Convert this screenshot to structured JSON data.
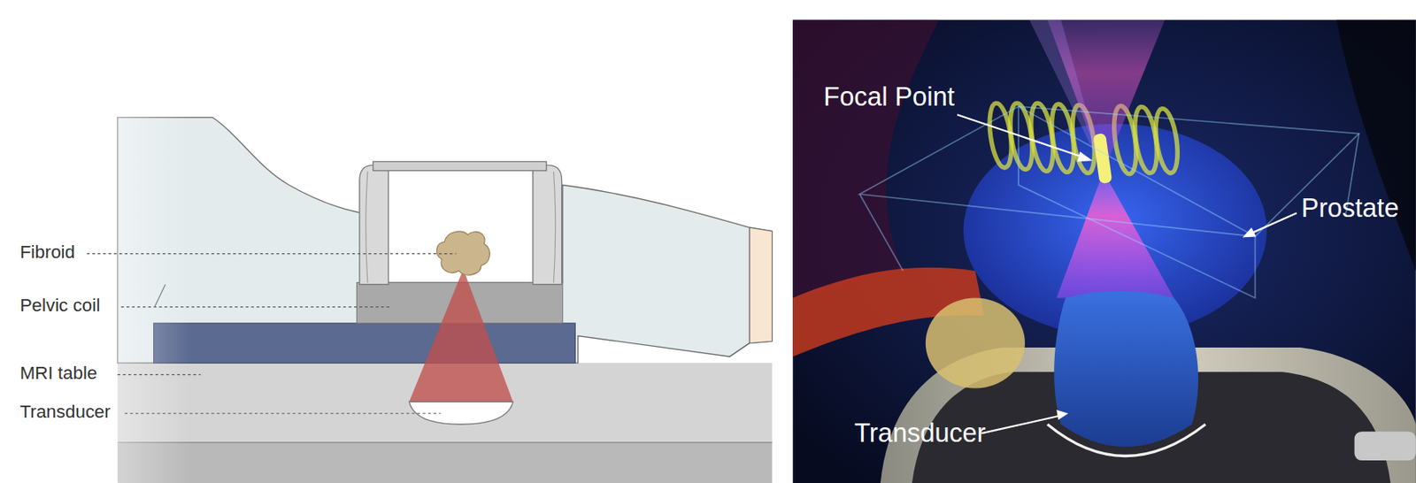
{
  "diagram": {
    "labels": [
      "Fibroid",
      "Pelvic coil",
      "MRI table",
      "Transducer",
      "Focal Point",
      "Prostate",
      "Transducer"
    ]
  }
}
